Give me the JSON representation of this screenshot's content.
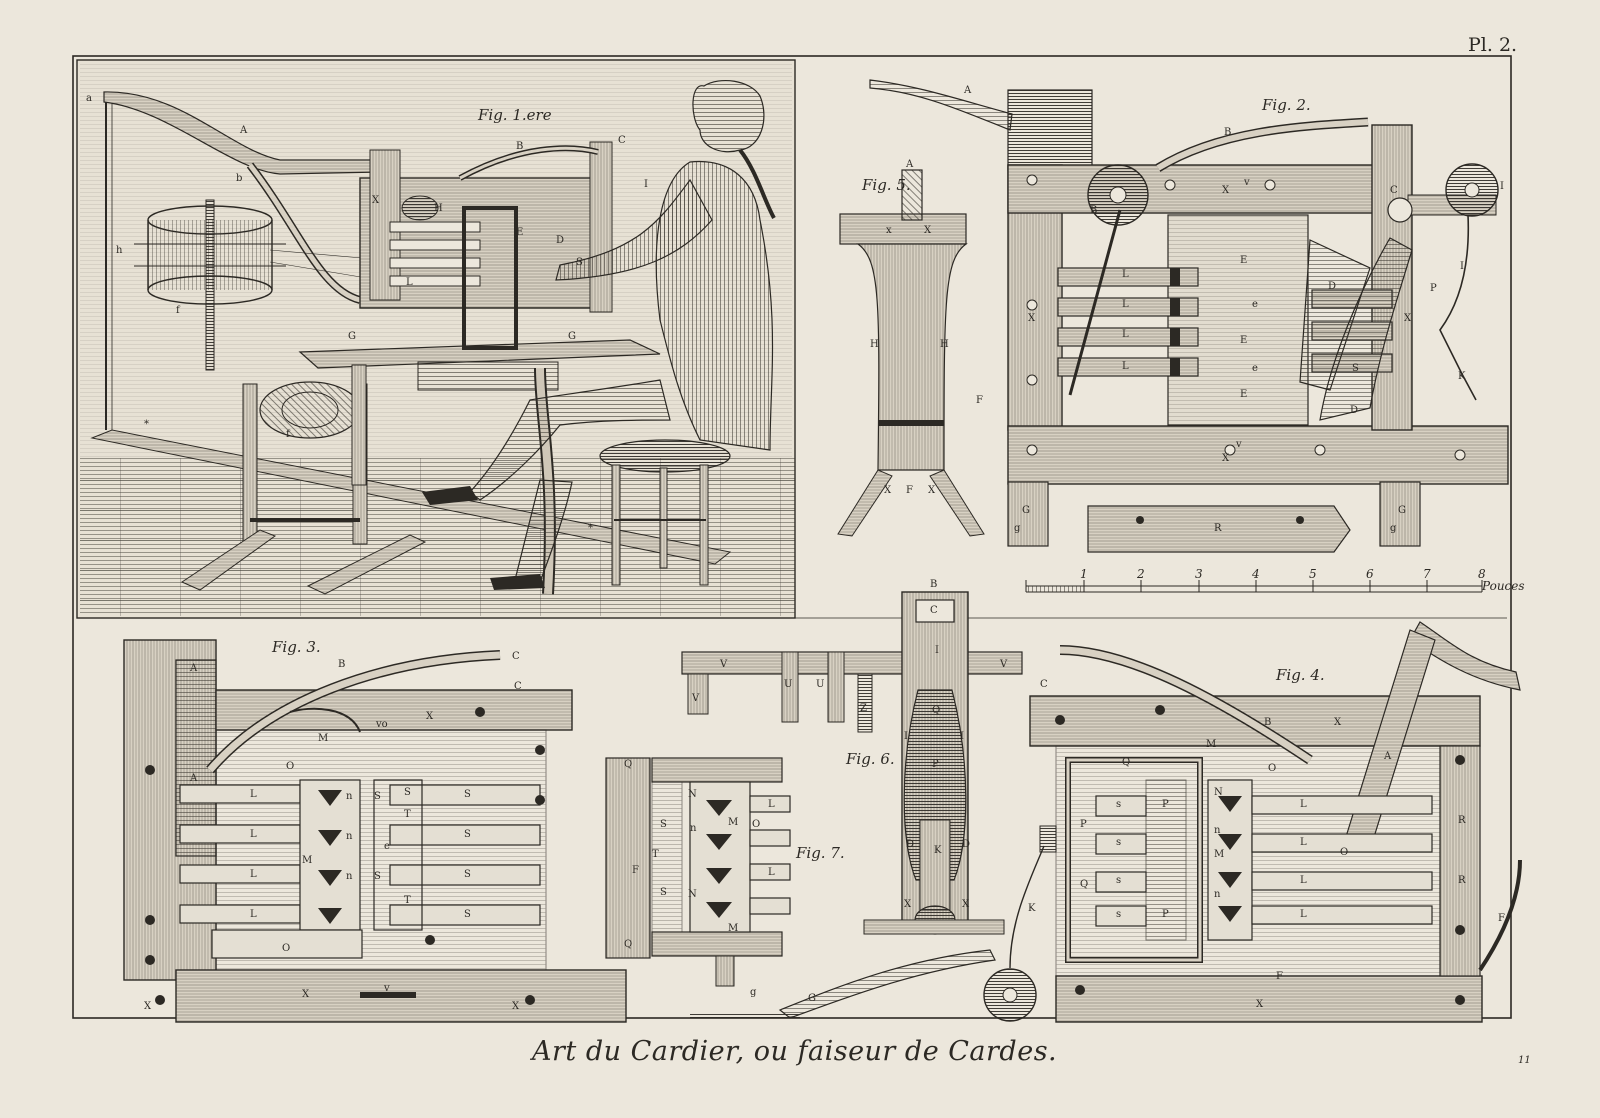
{
  "plate_number": "Pl. 2.",
  "caption": "Art du Cardier, ou faiseur de Cardes.",
  "page_number": "11",
  "figures": {
    "fig1": "Fig. 1.ere",
    "fig2": "Fig. 2.",
    "fig3": "Fig. 3.",
    "fig4": "Fig. 4.",
    "fig5": "Fig. 5.",
    "fig6": "Fig. 6.",
    "fig7": "Fig. 7."
  },
  "scale": {
    "unit": "Pouces",
    "ticks": [
      "1",
      "2",
      "3",
      "4",
      "5",
      "6",
      "7",
      "8"
    ]
  },
  "labels": {
    "a": "a",
    "b": "b",
    "h": "h",
    "f": "f",
    "A": "A",
    "B": "B",
    "C": "C",
    "D": "D",
    "E": "E",
    "F": "F",
    "G": "G",
    "H": "H",
    "I": "I",
    "K": "K",
    "L": "L",
    "M": "M",
    "N": "N",
    "O": "O",
    "P": "P",
    "Q": "Q",
    "R": "R",
    "S": "S",
    "T": "T",
    "U": "U",
    "V": "V",
    "X": "X",
    "Z": "Z",
    "e": "e",
    "g": "g",
    "n": "n",
    "s": "s",
    "v": "v",
    "x": "x",
    "vo": "vo",
    "star": "*"
  },
  "colors": {
    "paper": "#ece7dc",
    "ink": "#2c2924",
    "wood": "#cfc7b8",
    "shade": "#8e877b"
  }
}
